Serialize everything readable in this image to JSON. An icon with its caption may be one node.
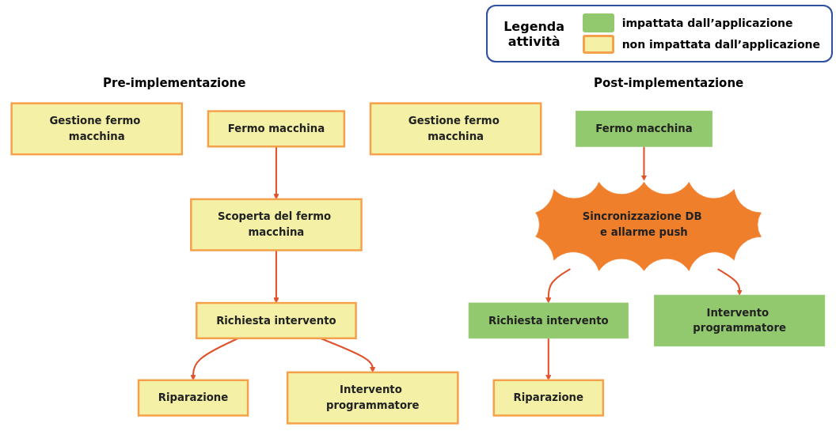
{
  "diagram": {
    "nodes": [
      {
        "text": [
          "Gestione fermo macchina"
        ]
      },
      {
        "text": [
          "Fermo macchina"
        ]
      },
      {
        "text": [
          "Scoperta del fermo macchina"
        ]
      },
      {
        "text": [
          "Richiesta intervento"
        ]
      },
      {
        "text": [
          "Riparazione"
        ]
      },
      {
        "text": [
          "Intervento programmatore"
        ]
      },
      {
        "text": [
          "Gestione fermo macchina"
        ]
      },
      {
        "text": [
          "Fermo macchina"
        ]
      },
      {
        "text": [
          "Sincronizzazione DB e allarme push"
        ]
      },
      {
        "text": [
          "Richiesta intervento"
        ]
      },
      {
        "text": [
          "Intervento programmatore"
        ]
      },
      {
        "text": [
          "Riparazione"
        ]
      }
    ],
    "edges": [
      {
        "from": 1,
        "to": 2,
        "arrow": "to"
      },
      {
        "from": 2,
        "to": 3,
        "arrow": "to"
      },
      {
        "from": 3,
        "to": 4,
        "arrow": "to"
      },
      {
        "from": 3,
        "to": 5,
        "arrow": "to"
      },
      {
        "from": 7,
        "to": 8,
        "arrow": "to"
      },
      {
        "from": 8,
        "to": 9,
        "arrow": "to"
      },
      {
        "from": 8,
        "to": 10,
        "arrow": "to"
      },
      {
        "from": 9,
        "to": 11,
        "arrow": "to"
      }
    ],
    "labels": [
      "Legenda attività",
      "Pre-implementazione",
      "Post-implementazione"
    ],
    "legend": [
      {
        "text": "impattata dall’applicazione",
        "color": "#92c96f"
      },
      {
        "text": "non impattata dall’applicazione",
        "color": "#f4f1a6"
      }
    ]
  }
}
